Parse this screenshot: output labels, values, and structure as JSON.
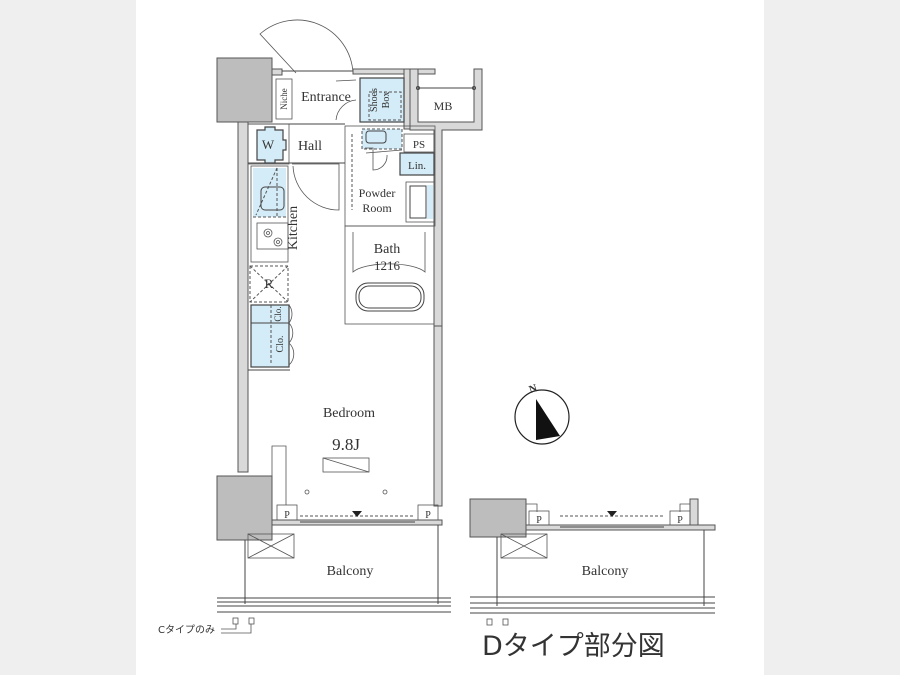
{
  "floorplan": {
    "rooms": {
      "entrance": "Entrance",
      "niche": "Niche",
      "shoes_box_line1": "Shoes",
      "shoes_box_line2": "Box",
      "mb": "MB",
      "hall": "Hall",
      "washer": "W",
      "ps": "PS",
      "linen": "Lin.",
      "powder_room_line1": "Powder",
      "powder_room_line2": "Room",
      "kitchen": "Kitchen",
      "bath": "Bath",
      "bath_size": "1216",
      "refrigerator": "R",
      "closet_small": "Clo.",
      "closet_large": "Clo.",
      "bedroom": "Bedroom",
      "bedroom_size": "9.8J",
      "pipe_left": "P",
      "pipe_right": "P",
      "balcony": "Balcony"
    },
    "compass": {
      "north_label": "N"
    },
    "notes": {
      "c_type_only": "Cタイプのみ"
    }
  },
  "d_type_partial": {
    "pipe_left": "P",
    "pipe_right": "P",
    "balcony": "Balcony",
    "title": "Dタイプ部分図"
  },
  "colors": {
    "background": "#efefef",
    "sheet": "#ffffff",
    "fixture_blue": "#d4ecf7",
    "wall_gray": "#d9d9d9",
    "column_gray": "#bdbdbd"
  }
}
